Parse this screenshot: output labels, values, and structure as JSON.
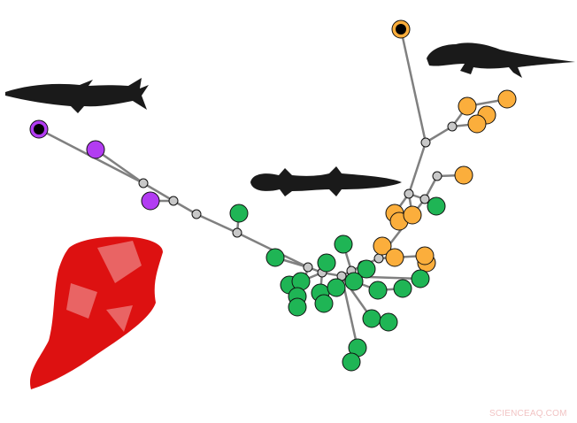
{
  "groups": [
    {
      "name": "purple",
      "color": "#b23cf2"
    },
    {
      "name": "orange",
      "color": "#fbae3c"
    },
    {
      "name": "green",
      "color": "#1fb555"
    },
    {
      "name": "internal",
      "color": "#c8c8c8"
    }
  ],
  "edge_color": "#808080",
  "silhouette_color": "#1a1a1a",
  "bone_color": "#dd1111",
  "icons": [
    "fish-silhouette",
    "salamander-silhouette",
    "reptile-silhouette",
    "bone-3d-model"
  ],
  "watermark": "SCIENCEAQ.COM"
}
